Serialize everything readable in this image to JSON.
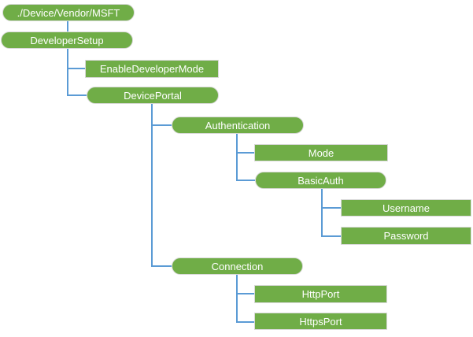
{
  "colors": {
    "node_fill": "#70AD47",
    "node_text": "#FFFFFF",
    "rect_border": "#D9D9D9",
    "connector": "#5B9BD5",
    "background": "#FFFFFF"
  },
  "nodes": [
    {
      "id": "msft-root",
      "label": "./Device/Vendor/MSFT",
      "shape": "pill",
      "parent": null
    },
    {
      "id": "developer-setup",
      "label": "DeveloperSetup",
      "shape": "pill",
      "parent": "msft-root"
    },
    {
      "id": "enable-developer-mode",
      "label": "EnableDeveloperMode",
      "shape": "rect",
      "parent": "developer-setup"
    },
    {
      "id": "device-portal",
      "label": "DevicePortal",
      "shape": "pill",
      "parent": "developer-setup"
    },
    {
      "id": "authentication",
      "label": "Authentication",
      "shape": "pill",
      "parent": "device-portal"
    },
    {
      "id": "mode",
      "label": "Mode",
      "shape": "rect",
      "parent": "authentication"
    },
    {
      "id": "basic-auth",
      "label": "BasicAuth",
      "shape": "pill",
      "parent": "authentication"
    },
    {
      "id": "username",
      "label": "Username",
      "shape": "rect",
      "parent": "basic-auth"
    },
    {
      "id": "password",
      "label": "Password",
      "shape": "rect",
      "parent": "basic-auth"
    },
    {
      "id": "connection",
      "label": "Connection",
      "shape": "pill",
      "parent": "device-portal"
    },
    {
      "id": "http-port",
      "label": "HttpPort",
      "shape": "rect",
      "parent": "connection"
    },
    {
      "id": "https-port",
      "label": "HttpsPort",
      "shape": "rect",
      "parent": "connection"
    }
  ]
}
